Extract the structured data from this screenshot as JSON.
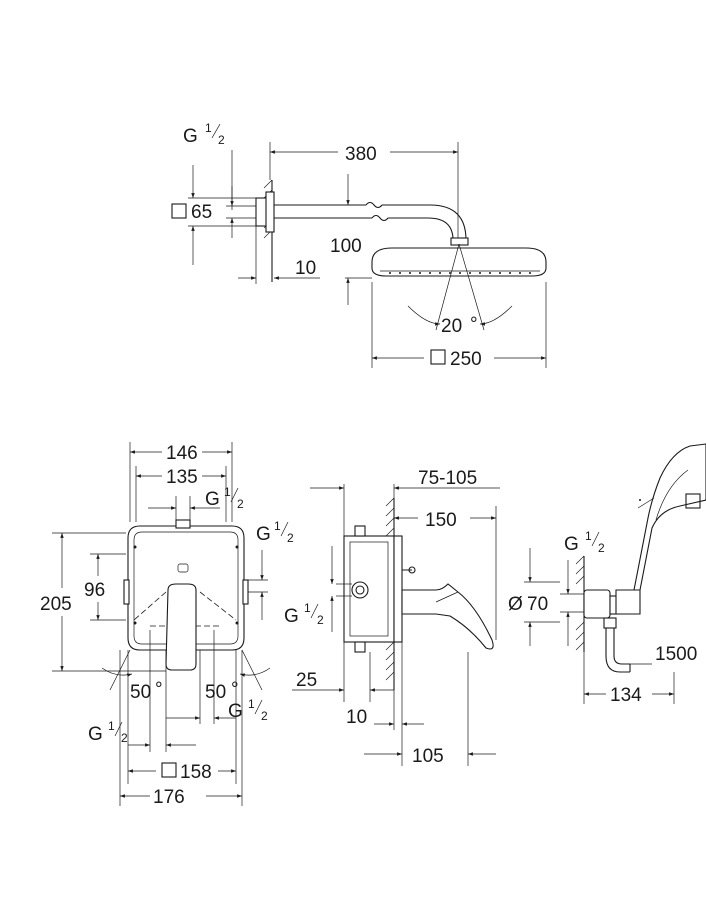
{
  "labels": {
    "g_half_top": "G",
    "frac_num": "1",
    "frac_den": "2",
    "square_65": "65",
    "dim_380": "380",
    "dim_100": "100",
    "dim_10_top": "10",
    "angle_20": "20",
    "degree": "°",
    "square_250": "250",
    "dim_146": "146",
    "dim_135": "135",
    "dim_205": "205",
    "dim_96": "96",
    "angle_50_left": "50",
    "angle_50_right": "50",
    "square_158": "158",
    "dim_176": "176",
    "dim_75_105": "75-105",
    "dim_150": "150",
    "dim_25": "25",
    "dim_10_mid": "10",
    "dim_105": "105",
    "dia_70": "70",
    "dia_symbol": "Ø",
    "dim_1500": "1500",
    "dim_134": "134"
  }
}
